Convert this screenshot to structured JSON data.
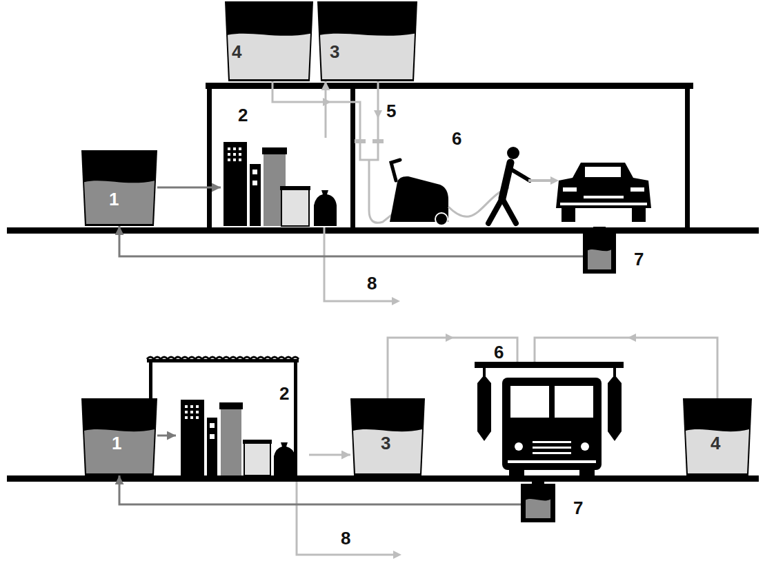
{
  "diagram": {
    "nodes": [
      {
        "text": [
          "4"
        ]
      },
      {
        "text": [
          "3"
        ]
      },
      {
        "text": [
          "2"
        ]
      },
      {
        "text": [
          "1"
        ]
      },
      {
        "text": [
          "7"
        ]
      },
      {
        "text": [
          "1"
        ]
      },
      {
        "text": [
          "2"
        ]
      },
      {
        "text": [
          "3"
        ]
      },
      {
        "text": [
          "4"
        ]
      },
      {
        "text": [
          "7"
        ]
      }
    ],
    "edges": [
      {
        "from": 3,
        "to": 2,
        "arrow": "to"
      },
      {
        "from": 2,
        "to": 1,
        "arrow": "to"
      },
      {
        "from": 4,
        "to": 3,
        "arrow": "to"
      },
      {
        "from": 5,
        "to": 6,
        "arrow": "to"
      },
      {
        "from": 6,
        "to": 7,
        "arrow": "to"
      },
      {
        "from": 9,
        "to": 5,
        "arrow": "to"
      }
    ],
    "labels": [
      "5",
      "6",
      "8",
      "6",
      "8"
    ]
  }
}
